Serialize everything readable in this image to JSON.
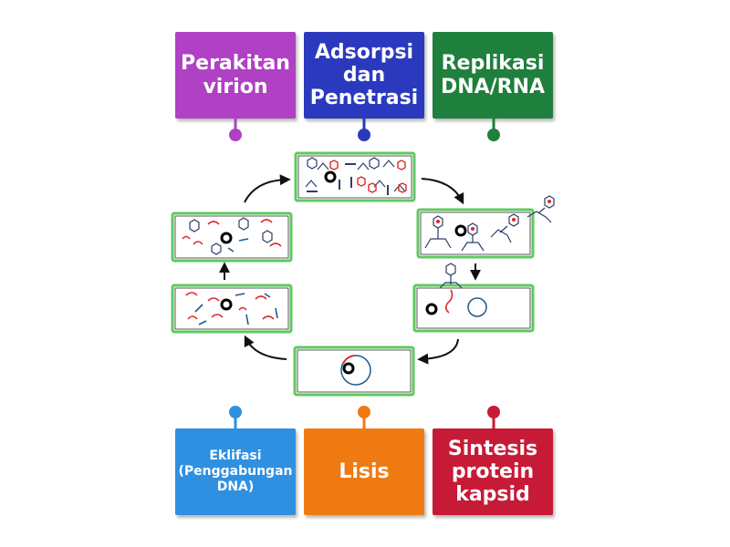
{
  "colors": {
    "magenta": "#b040c4",
    "blue": "#2a39bd",
    "green": "#1f7f3c",
    "light_blue": "#2f8fe0",
    "orange": "#f07a12",
    "red": "#c71a36",
    "box_border": "#5fc95f",
    "dna_red": "#d92b2b",
    "dna_blue": "#1f5a8a"
  },
  "cards": {
    "perakitan": "Perakitan\nvirion",
    "adsorpsi": "Adsorpsi\ndan\nPenetrasi",
    "replikasi": "Replikasi\nDNA/RNA",
    "eklifasi": "Eklifasi\n(Penggabungan\nDNA)",
    "lisis": "Lisis",
    "sintesis": "Sintesis\nprotein\nkapsid"
  },
  "icons": [
    "phage-icon",
    "cell-icon",
    "dna-strand-icon",
    "capsid-icon",
    "arrow-icon"
  ]
}
